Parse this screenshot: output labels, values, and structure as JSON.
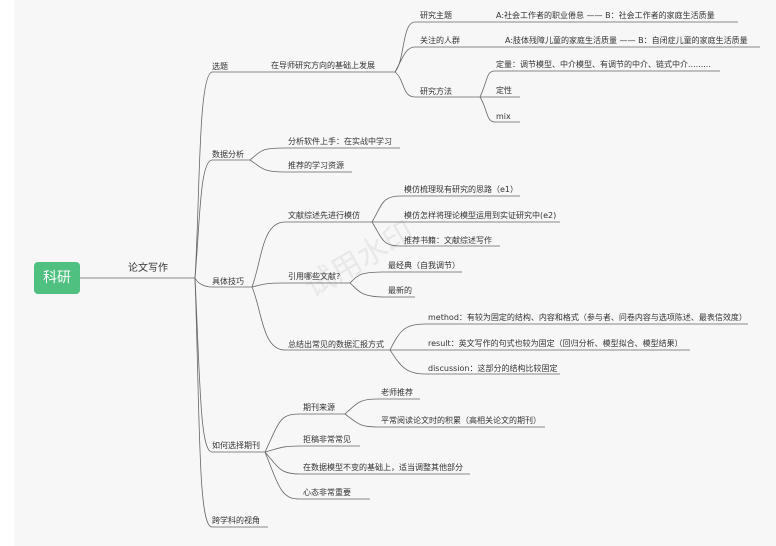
{
  "root": "科研",
  "main": "论文写作",
  "watermark": "试用水印",
  "branches": {
    "xuanti": {
      "label": "选题",
      "child": "在导师研究方向的基础上发展",
      "zhuti": {
        "label": "研究主题",
        "value": "A:社会工作者的职业倦怠 —— B：社会工作者的家庭生活质量"
      },
      "renqun": {
        "label": "关注的人群",
        "value": "A:肢体残障儿童的家庭生活质量 —— B：自闭症儿童的家庭生活质量"
      },
      "fangfa": {
        "label": "研究方法",
        "items": [
          "定量：调节模型、中介模型、有调节的中介、链式中介.........",
          "定性",
          "mix"
        ]
      }
    },
    "shuju": {
      "label": "数据分析",
      "items": [
        "分析软件上手：在实战中学习",
        "推荐的学习资源"
      ]
    },
    "jiqiao": {
      "label": "具体技巧",
      "wenxian": {
        "label": "文献综述先进行模仿",
        "items": [
          "模仿梳理现有研究的思路（e1）",
          "模仿怎样将理论模型运用到实证研究中(e2)",
          "推荐书籍：文献综述写作"
        ]
      },
      "yinyong": {
        "label": "引用哪些文献?",
        "items": [
          "最经典（自我调节）",
          "最新的"
        ]
      },
      "huibao": {
        "label": "总结出常见的数据汇报方式",
        "items": [
          "method：有较为固定的结构、内容和格式（参与者、问卷内容与选项陈述、最表信效度）",
          "result：英文写作的句式也较为固定（回归分析、模型拟合、模型结果）",
          "discussion：这部分的结构比较固定"
        ]
      }
    },
    "qikan": {
      "label": "如何选择期刊",
      "laiyuan": {
        "label": "期刊来源",
        "items": [
          "老师推荐",
          "平常阅读论文时的积累（高相关论文的期刊）"
        ]
      },
      "items": [
        "拒稿非常常见",
        "在数据模型不变的基础上，适当调整其他部分",
        "心态非常重要"
      ]
    },
    "kuaxueke": {
      "label": "跨学科的视角"
    }
  }
}
